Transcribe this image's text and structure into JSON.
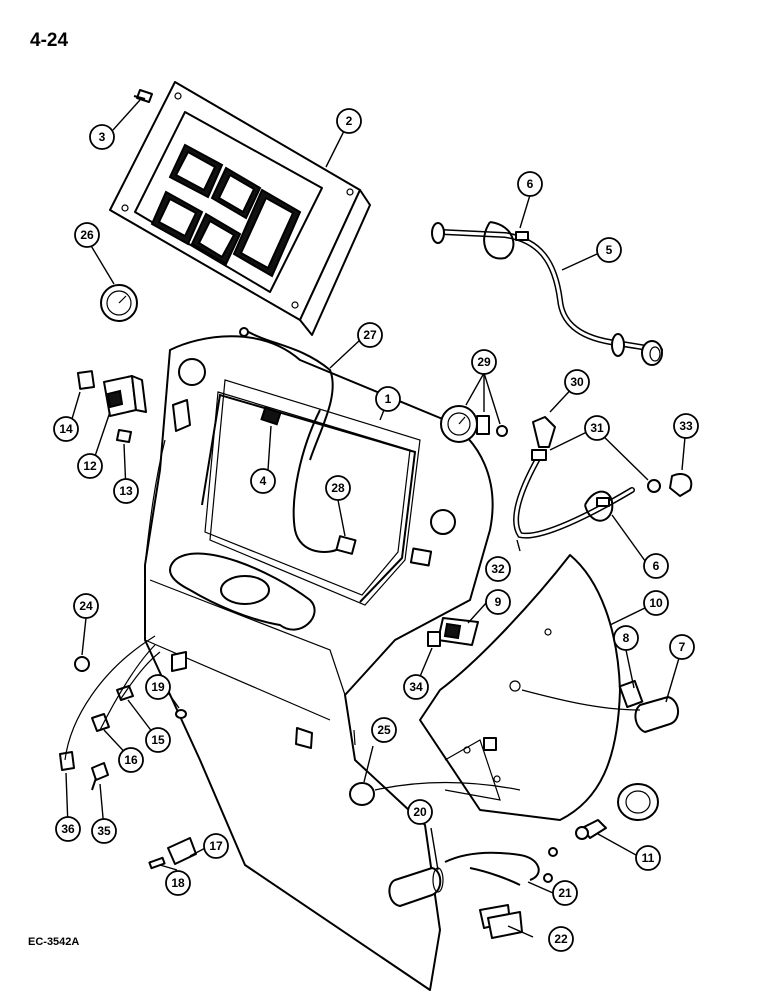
{
  "page_number": "4-24",
  "reference_code": "EC-3542A",
  "callouts": [
    "1",
    "2",
    "3",
    "4",
    "5",
    "6",
    "6",
    "7",
    "8",
    "9",
    "10",
    "11",
    "12",
    "13",
    "14",
    "15",
    "16",
    "17",
    "18",
    "19",
    "20",
    "21",
    "22",
    "24",
    "25",
    "26",
    "27",
    "28",
    "29",
    "30",
    "31",
    "32",
    "33",
    "34",
    "35",
    "36"
  ]
}
